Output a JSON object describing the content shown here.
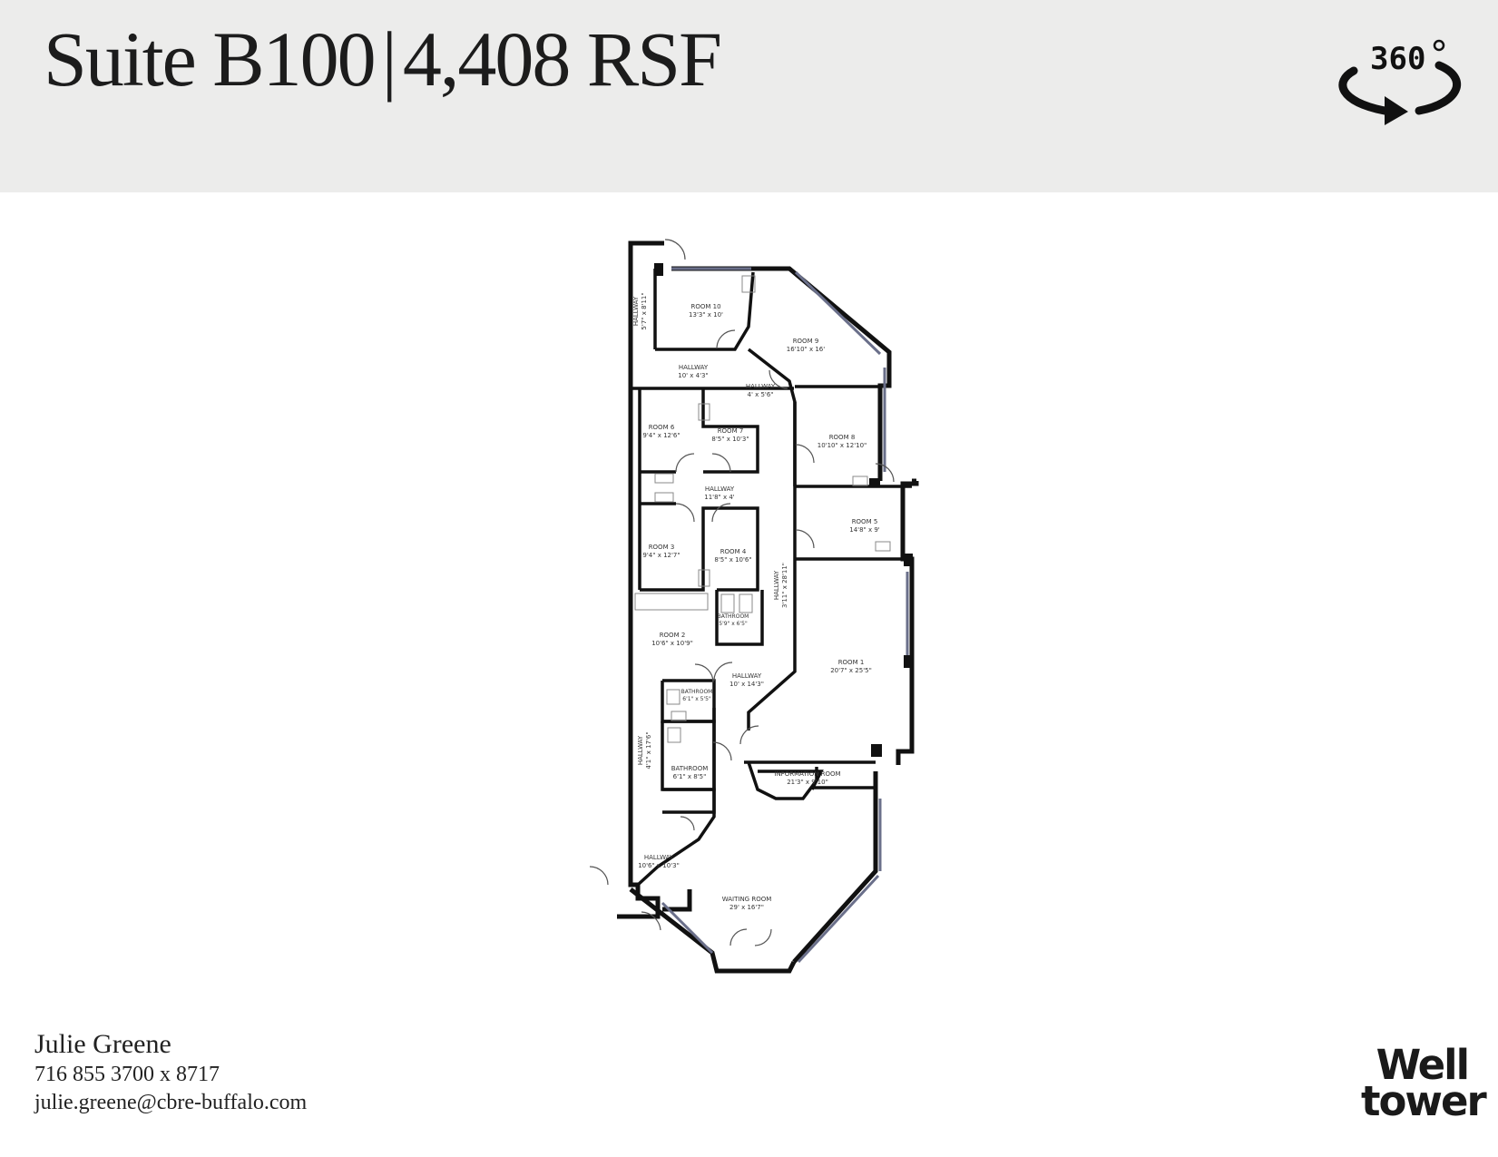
{
  "header": {
    "suite": "Suite B100",
    "separator": "|",
    "area": "4,408 RSF",
    "badge_label": "360",
    "badge_icon": "rotate-360-icon"
  },
  "floor_plan": {
    "rooms": [
      {
        "name": "ROOM 10",
        "size": "13'3\" x 10'"
      },
      {
        "name": "ROOM 9",
        "size": "16'10\" x 16'"
      },
      {
        "name": "HALLWAY",
        "size": "5'7\" x 8'11\""
      },
      {
        "name": "HALLWAY",
        "size": "10' x 4'3\""
      },
      {
        "name": "HALLWAY",
        "size": "4' x 5'6\""
      },
      {
        "name": "ROOM 6",
        "size": "9'4\" x 12'6\""
      },
      {
        "name": "ROOM 7",
        "size": "8'5\" x 10'3\""
      },
      {
        "name": "ROOM 8",
        "size": "10'10\" x 12'10\""
      },
      {
        "name": "HALLWAY",
        "size": "11'8\" x 4'"
      },
      {
        "name": "ROOM 5",
        "size": "14'8\" x 9'"
      },
      {
        "name": "ROOM 3",
        "size": "9'4\" x 12'7\""
      },
      {
        "name": "ROOM 4",
        "size": "8'5\" x 10'6\""
      },
      {
        "name": "HALLWAY",
        "size": "3'11\" x 28'11\""
      },
      {
        "name": "BATHROOM",
        "size": "5'9\" x 6'5\""
      },
      {
        "name": "ROOM 2",
        "size": "10'6\" x 10'9\""
      },
      {
        "name": "ROOM 1",
        "size": "20'7\" x 25'5\""
      },
      {
        "name": "HALLWAY",
        "size": "10' x 14'3\""
      },
      {
        "name": "BATHROOM",
        "size": "6'1\" x 5'5\""
      },
      {
        "name": "HALLWAY",
        "size": "4'1\" x 17'6\""
      },
      {
        "name": "BATHROOM",
        "size": "6'1\" x 8'5\""
      },
      {
        "name": "INFORMATION ROOM",
        "size": "21'3\" x 9'10\""
      },
      {
        "name": "HALLWAY",
        "size": "10'6\" x 10'3\""
      },
      {
        "name": "WAITING ROOM",
        "size": "29' x 16'7\""
      }
    ]
  },
  "contact": {
    "name": "Julie Greene",
    "phone": "716 855 3700 x 8717",
    "email": "julie.greene@cbre-buffalo.com"
  },
  "logo": {
    "line1": "Well",
    "line2": "tower"
  }
}
